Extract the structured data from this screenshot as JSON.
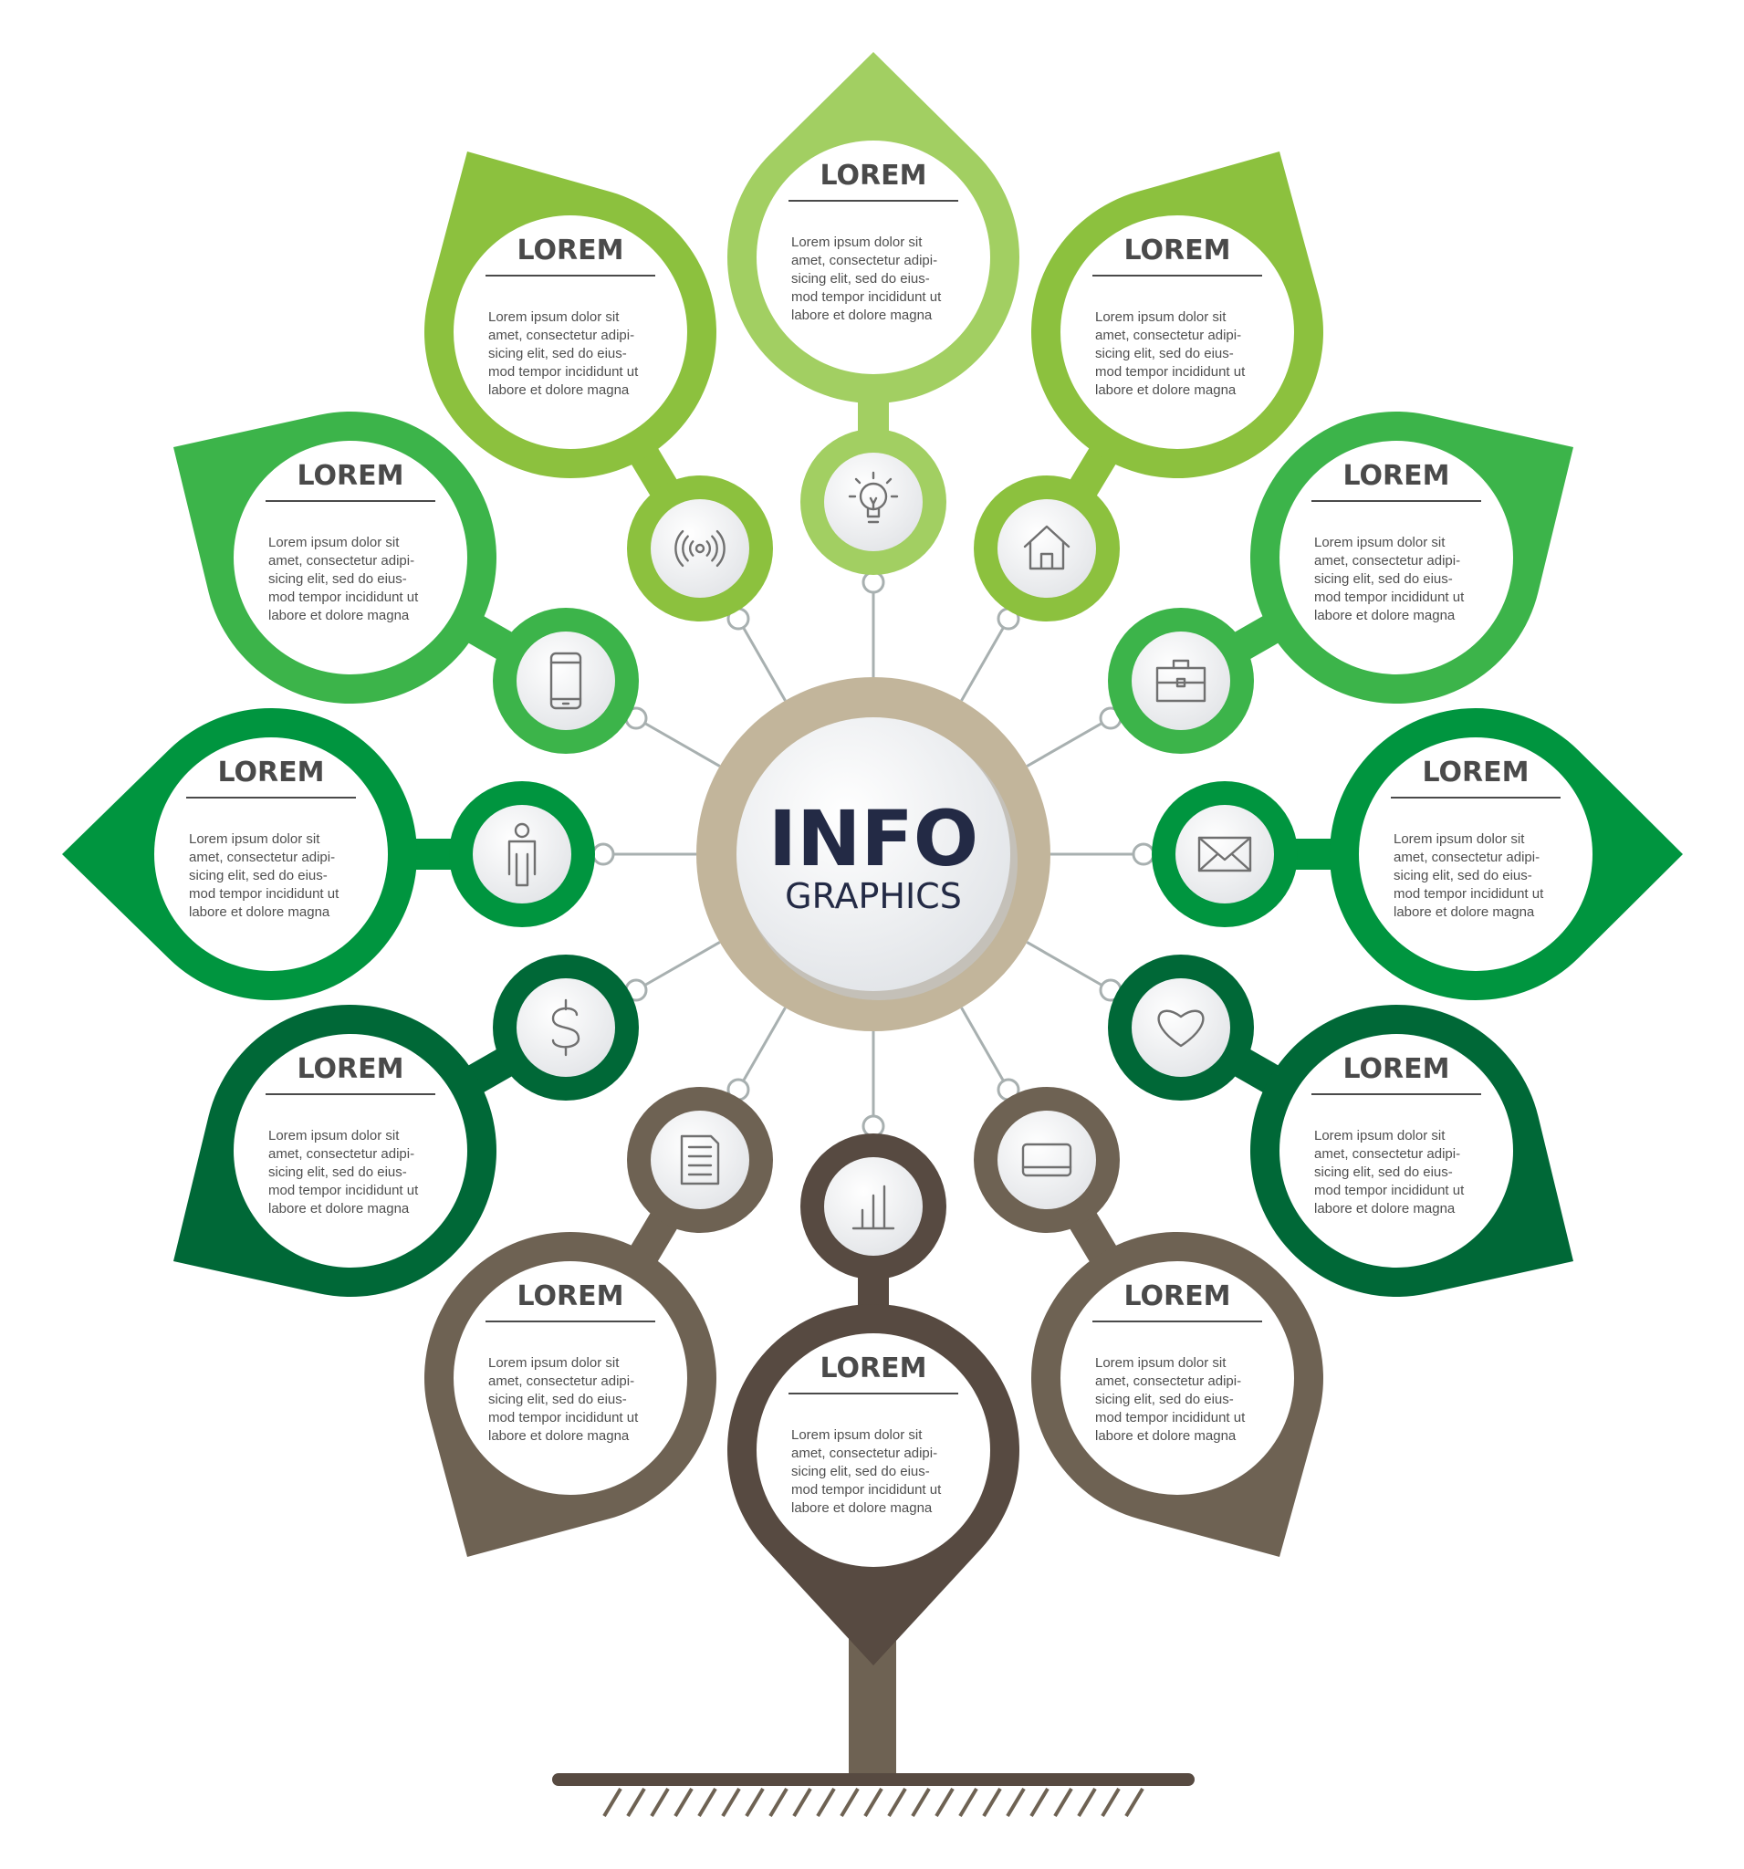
{
  "hub": {
    "title": "INFO",
    "subtitle": "GRAPHICS"
  },
  "colors": {
    "light_green": "#a2cf62",
    "yellow_green": "#8cc13e",
    "green": "#3cb44a",
    "mid_green": "#00953f",
    "dark_green": "#006837",
    "brown": "#6e6253",
    "dark_brown": "#574a41",
    "beige": "#c2b59b",
    "connector": "#a8b0b0"
  },
  "leaves": [
    {
      "title": "LOREM",
      "lines": [
        "Lorem ipsum dolor sit",
        "amet, consectetur adipi-",
        "sicing elit, sed do eius-",
        "mod tempor incididunt ut",
        "labore et dolore magna"
      ],
      "icon": "lightbulb-icon",
      "color": "#a2cf62"
    },
    {
      "title": "LOREM",
      "lines": [
        "Lorem ipsum dolor sit",
        "amet, consectetur adipi-",
        "sicing elit, sed do eius-",
        "mod tempor incididunt ut",
        "labore et dolore magna"
      ],
      "icon": "house-icon",
      "color": "#8cc13e"
    },
    {
      "title": "LOREM",
      "lines": [
        "Lorem ipsum dolor sit",
        "amet, consectetur adipi-",
        "sicing elit, sed do eius-",
        "mod tempor incididunt ut",
        "labore et dolore magna"
      ],
      "icon": "briefcase-icon",
      "color": "#3cb44a"
    },
    {
      "title": "LOREM",
      "lines": [
        "Lorem ipsum dolor sit",
        "amet, consectetur adipi-",
        "sicing elit, sed do eius-",
        "mod tempor incididunt ut",
        "labore et dolore magna"
      ],
      "icon": "envelope-icon",
      "color": "#00953f"
    },
    {
      "title": "LOREM",
      "lines": [
        "Lorem ipsum dolor sit",
        "amet, consectetur adipi-",
        "sicing elit, sed do eius-",
        "mod tempor incididunt ut",
        "labore et dolore magna"
      ],
      "icon": "heart-icon",
      "color": "#006837"
    },
    {
      "title": "LOREM",
      "lines": [
        "Lorem ipsum dolor sit",
        "amet, consectetur adipi-",
        "sicing elit, sed do eius-",
        "mod tempor incididunt ut",
        "labore et dolore magna"
      ],
      "icon": "card-icon",
      "color": "#6e6253"
    },
    {
      "title": "LOREM",
      "lines": [
        "Lorem ipsum dolor sit",
        "amet, consectetur adipi-",
        "sicing elit, sed do eius-",
        "mod tempor incididunt ut",
        "labore et dolore magna"
      ],
      "icon": "bar-chart-icon",
      "color": "#574a41"
    },
    {
      "title": "LOREM",
      "lines": [
        "Lorem ipsum dolor sit",
        "amet, consectetur adipi-",
        "sicing elit, sed do eius-",
        "mod tempor incididunt ut",
        "labore et dolore magna"
      ],
      "icon": "document-icon",
      "color": "#6e6253"
    },
    {
      "title": "LOREM",
      "lines": [
        "Lorem ipsum dolor sit",
        "amet, consectetur adipi-",
        "sicing elit, sed do eius-",
        "mod tempor incididunt ut",
        "labore et dolore magna"
      ],
      "icon": "dollar-icon",
      "color": "#006837"
    },
    {
      "title": "LOREM",
      "lines": [
        "Lorem ipsum dolor sit",
        "amet, consectetur adipi-",
        "sicing elit, sed do eius-",
        "mod tempor incididunt ut",
        "labore et dolore magna"
      ],
      "icon": "person-icon",
      "color": "#00953f"
    },
    {
      "title": "LOREM",
      "lines": [
        "Lorem ipsum dolor sit",
        "amet, consectetur adipi-",
        "sicing elit, sed do eius-",
        "mod tempor incididunt ut",
        "labore et dolore magna"
      ],
      "icon": "smartphone-icon",
      "color": "#3cb44a"
    },
    {
      "title": "LOREM",
      "lines": [
        "Lorem ipsum dolor sit",
        "amet, consectetur adipi-",
        "sicing elit, sed do eius-",
        "mod tempor incididunt ut",
        "labore et dolore magna"
      ],
      "icon": "signal-icon",
      "color": "#8cc13e"
    }
  ]
}
